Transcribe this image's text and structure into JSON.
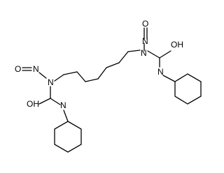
{
  "molecule": {
    "atom_labels": {
      "nitroso_n_right": "N",
      "nitroso_o_right": "O",
      "amide_n_right": "N",
      "carbonyl_oh_right": "OH",
      "urea_n_right": "N",
      "nitroso_n_left": "N",
      "nitroso_o_left": "O",
      "amide_n_left": "N",
      "carbonyl_oh_left": "OH",
      "urea_n_left": "N"
    }
  }
}
